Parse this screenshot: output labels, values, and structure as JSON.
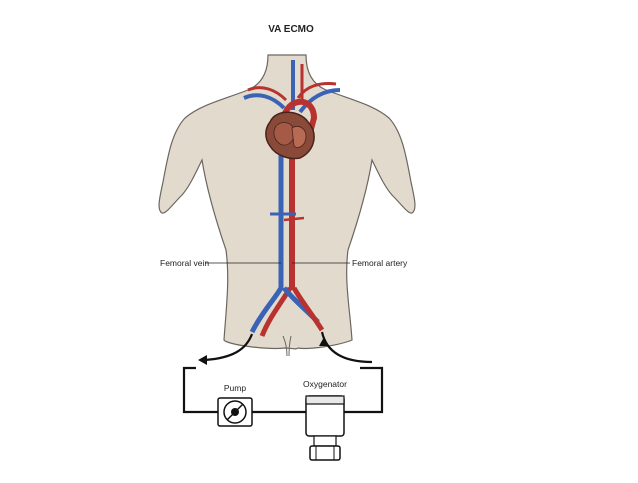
{
  "diagram": {
    "title": "VA ECMO",
    "labels": {
      "femoral_vein": "Femoral vein",
      "femoral_artery": "Femoral artery",
      "pump": "Pump",
      "oxygenator": "Oxygenator"
    },
    "colors": {
      "skin": "#e2dbcd",
      "skin_outline": "#6b6660",
      "vein": "#3a63b5",
      "artery": "#b8322f",
      "heart": "#8a4a3a",
      "circuit": "#111111"
    }
  }
}
